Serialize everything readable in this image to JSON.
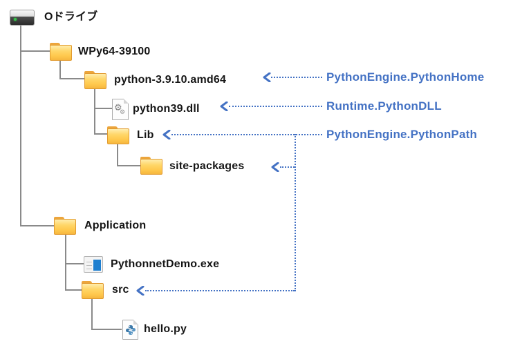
{
  "tree": {
    "items": [
      {
        "label": "Oドライブ",
        "type": "drive"
      },
      {
        "label": "WPy64-39100",
        "type": "folder"
      },
      {
        "label": "python-3.9.10.amd64",
        "type": "folder"
      },
      {
        "label": "python39.dll",
        "type": "dll-file"
      },
      {
        "label": "Lib",
        "type": "folder"
      },
      {
        "label": "site-packages",
        "type": "folder"
      },
      {
        "label": "Application",
        "type": "folder"
      },
      {
        "label": "PythonnetDemo.exe",
        "type": "exe-file"
      },
      {
        "label": "src",
        "type": "folder"
      },
      {
        "label": "hello.py",
        "type": "python-file"
      }
    ]
  },
  "annotations": {
    "python_home": "PythonEngine.PythonHome",
    "python_dll": "Runtime.PythonDLL",
    "python_path": "PythonEngine.PythonPath",
    "python_path_targets": [
      "Lib",
      "site-packages",
      "src"
    ]
  },
  "colors": {
    "annotation_blue": "#4472C4",
    "tree_line_gray": "#8a8a8a",
    "folder_yellow": "#FFC94E",
    "folder_tab_orange": "#ECA53C",
    "exe_blue": "#1E7FD0",
    "drive_led_green": "#35c44a",
    "python_logo_dark": "#3B78A8",
    "python_logo_light": "#5A96C4",
    "text_black": "#151515"
  }
}
